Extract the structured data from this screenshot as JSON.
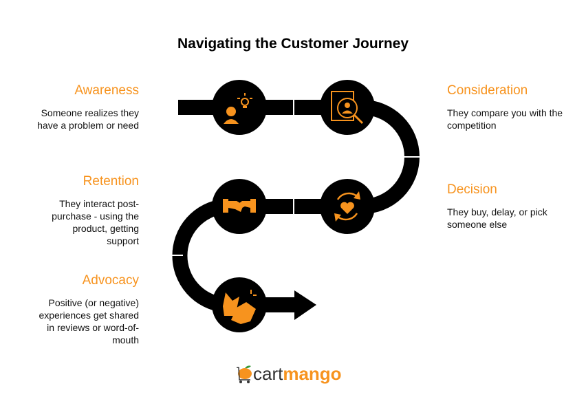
{
  "title": "Navigating the Customer Journey",
  "colors": {
    "accent": "#f7931e",
    "path": "#000000"
  },
  "stages": [
    {
      "name": "Awareness",
      "desc": "Someone realizes they have a problem or need",
      "icon": "person-lightbulb-icon"
    },
    {
      "name": "Consideration",
      "desc": "They compare you with the competition",
      "icon": "profile-search-icon"
    },
    {
      "name": "Decision",
      "desc": "They buy, delay, or pick someone else",
      "icon": "heart-cycle-icon"
    },
    {
      "name": "Retention",
      "desc": "They interact post-purchase - using the product, getting support",
      "icon": "handshake-icon"
    },
    {
      "name": "Advocacy",
      "desc": "Positive (or negative) experiences get shared in reviews or word-of-mouth",
      "icon": "clapping-hands-icon"
    }
  ],
  "logo": {
    "part1": "cart",
    "part2": "mango"
  }
}
